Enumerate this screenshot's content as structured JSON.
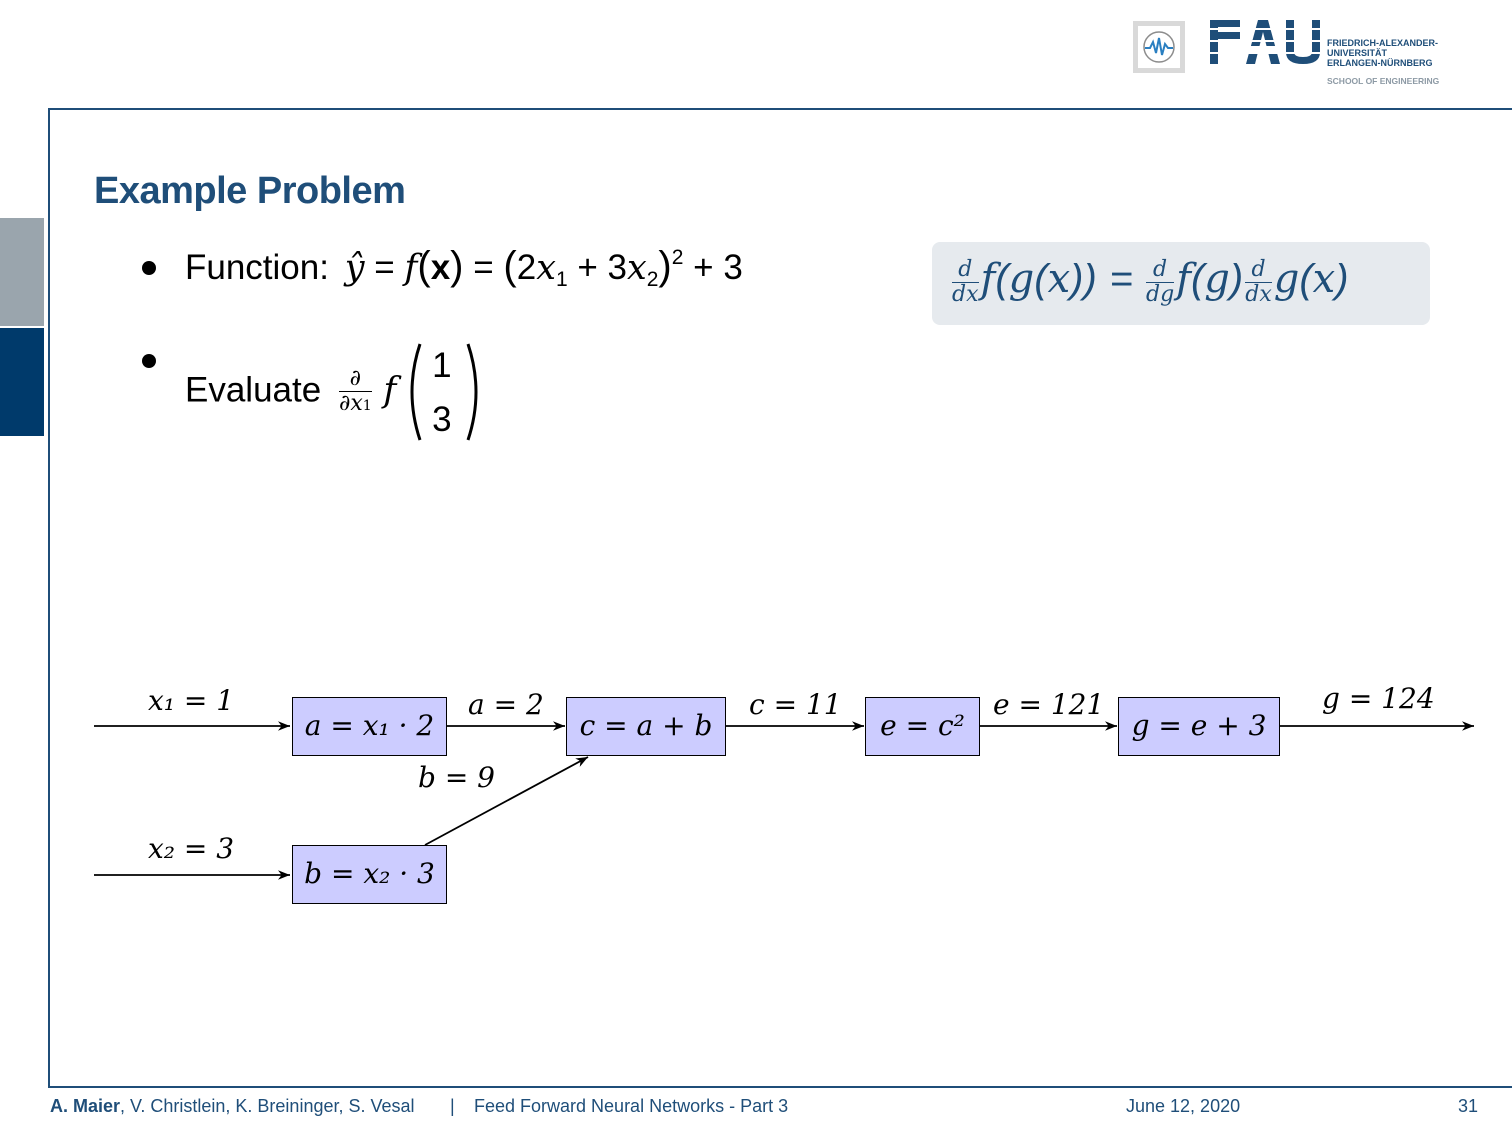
{
  "logo": {
    "acronym": "FAU",
    "university_lines": [
      "FRIEDRICH-ALEXANDER-",
      "UNIVERSITÄT",
      "ERLANGEN-NÜRNBERG"
    ],
    "school": "SCHOOL OF ENGINEERING"
  },
  "slide": {
    "title": "Example Problem",
    "bullets": [
      {
        "lead": "Function:",
        "formula": "ŷ = f(x) = (2x₁ + 3x₂)² + 3"
      },
      {
        "lead": "Evaluate",
        "formula": "∂/∂x₁ f (1, 3)",
        "vector": [
          "1",
          "3"
        ]
      }
    ],
    "chain_rule": "d/dx f(g(x)) = d/dg f(g) d/dx g(x)"
  },
  "graph": {
    "nodes": [
      {
        "id": "a",
        "text": "a = x₁ · 2"
      },
      {
        "id": "b",
        "text": "b = x₂ · 3"
      },
      {
        "id": "c",
        "text": "c = a + b"
      },
      {
        "id": "e",
        "text": "e = c²"
      },
      {
        "id": "g",
        "text": "g = e + 3"
      }
    ],
    "edge_labels": {
      "x1": "x₁ = 1",
      "x2": "x₂ = 3",
      "a": "a = 2",
      "b": "b = 9",
      "c": "c = 11",
      "e": "e = 121",
      "g": "g = 124"
    }
  },
  "footer": {
    "lead_author": "A. Maier",
    "coauthors": ", V. Christlein, K. Breininger, S. Vesal",
    "separator": "|",
    "lecture": "Feed Forward Neural Networks - Part 3",
    "date": "June 12, 2020",
    "page": "31"
  },
  "colors": {
    "accent": "#1f4e79",
    "node_fill": "#ccccff",
    "side_tab_grey": "#9aa5ad",
    "side_tab_blue": "#003a6b",
    "box_fill": "#e6eaee"
  }
}
